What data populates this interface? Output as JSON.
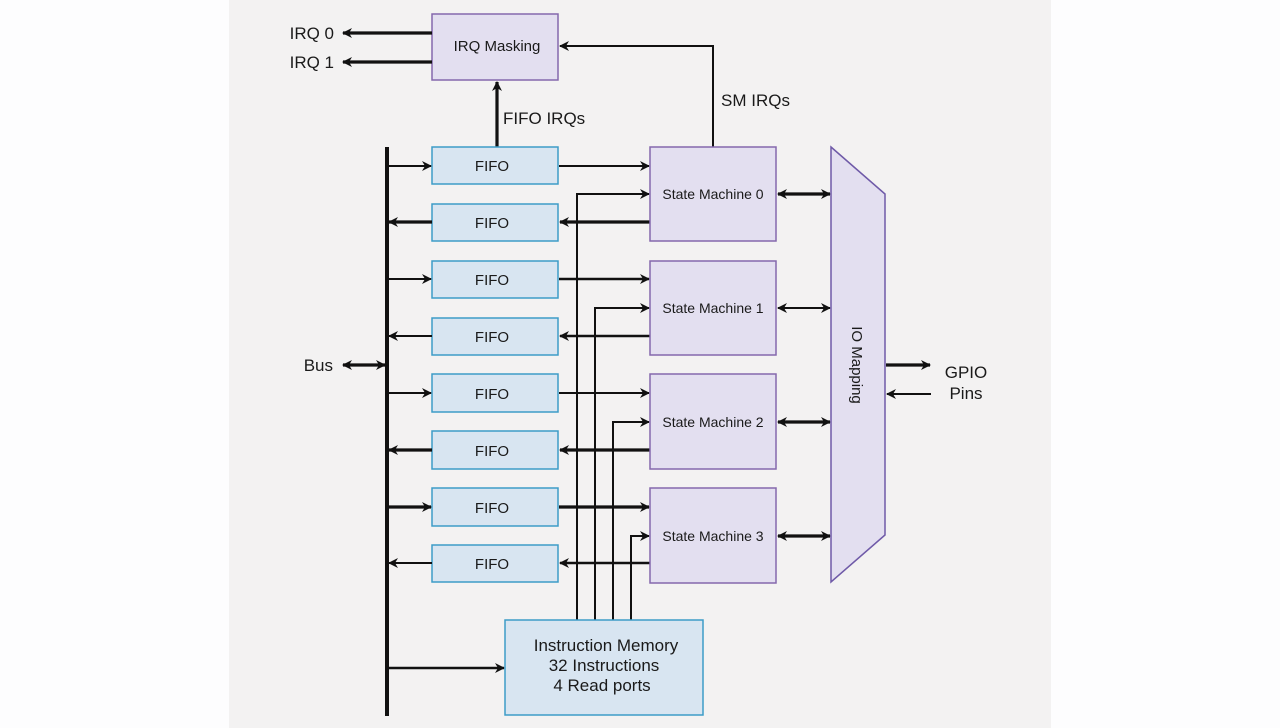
{
  "diagram": {
    "irq_masking": {
      "label": "IRQ Masking"
    },
    "irq_outputs": [
      "IRQ 0",
      "IRQ 1"
    ],
    "fifo_irqs_label": "FIFO IRQs",
    "sm_irqs_label": "SM IRQs",
    "bus_label": "Bus",
    "fifos": [
      "FIFO",
      "FIFO",
      "FIFO",
      "FIFO",
      "FIFO",
      "FIFO",
      "FIFO",
      "FIFO"
    ],
    "state_machines": [
      "State Machine 0",
      "State Machine 1",
      "State Machine 2",
      "State Machine 3"
    ],
    "io_mapping": {
      "label": "IO Mapping"
    },
    "gpio": {
      "line1": "GPIO",
      "line2": "Pins"
    },
    "instruction_memory": {
      "lines": [
        "Instruction Memory",
        "32 Instructions",
        "4 Read ports"
      ]
    }
  },
  "colors": {
    "panel_background": "#f3f2f2",
    "fifo_fill": "#d8e5f1",
    "fifo_border": "#3d9cc8",
    "state_machine_fill": "#e3dff0",
    "state_machine_border": "#8568ad",
    "wire": "#111111"
  }
}
